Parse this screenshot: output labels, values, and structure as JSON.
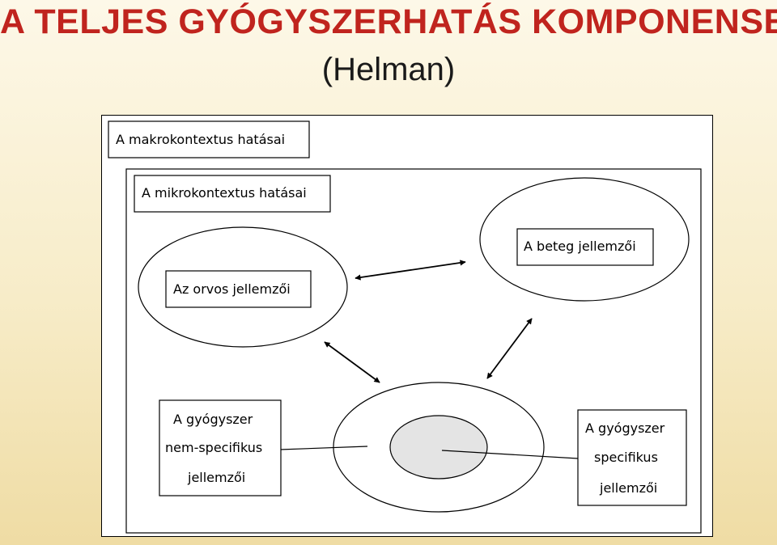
{
  "slide": {
    "title": "A TELJES GYÓGYSZERHATÁS KOMPONENSEI",
    "subtitle": "(Helman)"
  },
  "diagram": {
    "macro_label": "A makrokontextus hatásai",
    "micro_label": "A mikrokontextus hatásai",
    "doctor_label": "Az orvos jellemzői",
    "patient_label": "A beteg jellemzői",
    "nonspecific_lines": [
      "A gyógyszer",
      "nem-specifikus",
      "jellemzői"
    ],
    "specific_lines": [
      "A gyógyszer",
      "specifikus",
      "jellemzői"
    ],
    "colors": {
      "inner_circle": "#e4e4e4",
      "title": "#c0241e"
    }
  }
}
